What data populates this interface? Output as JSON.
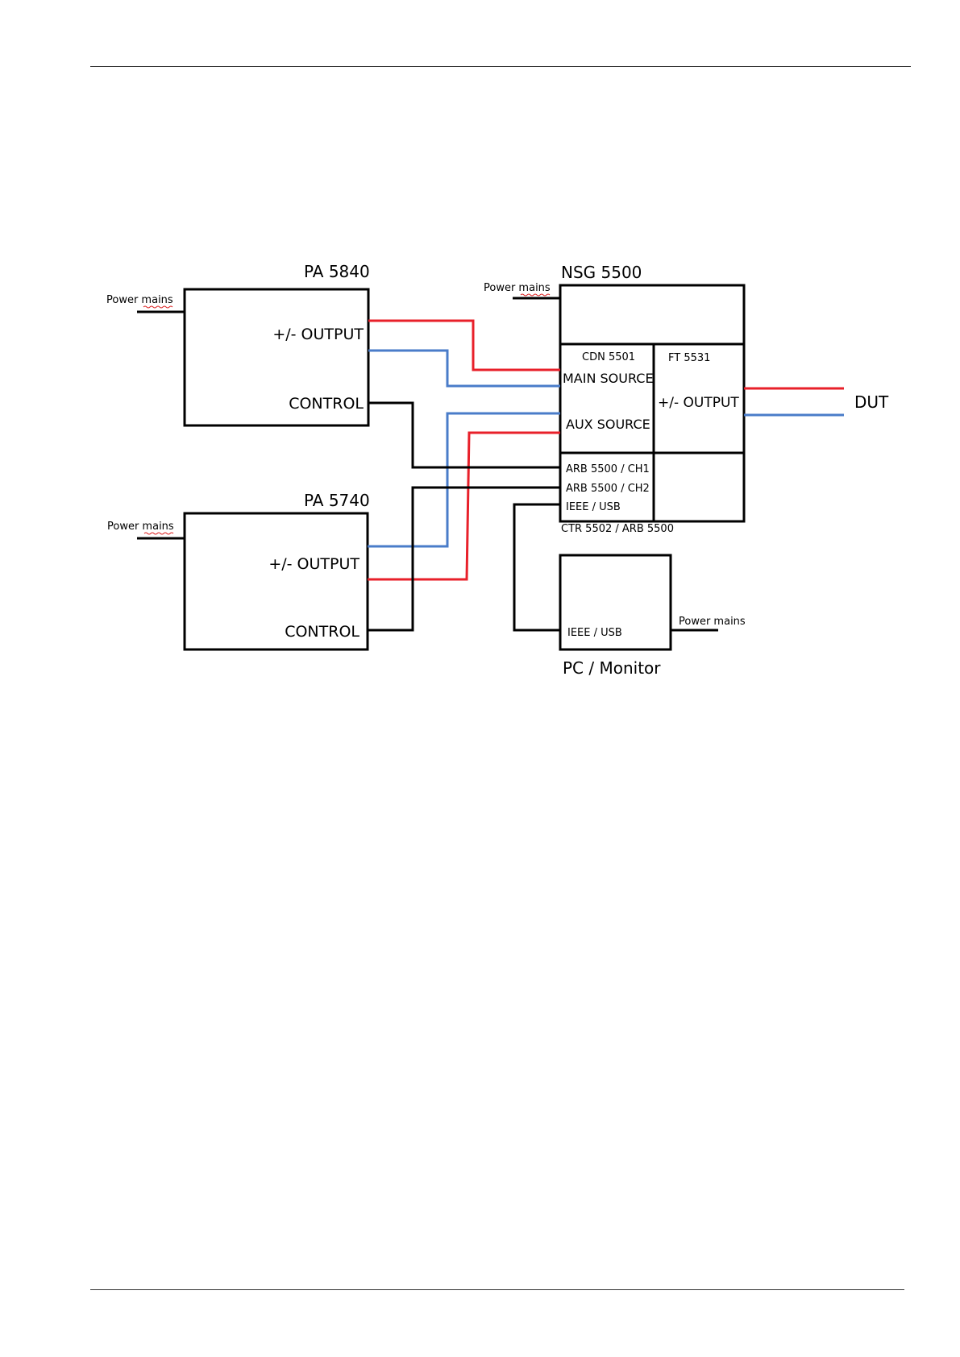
{
  "diagram": {
    "devices": {
      "pa5840": {
        "title": "PA 5840",
        "output": "+/- OUTPUT",
        "control": "CONTROL",
        "power": "Power mains"
      },
      "pa5740": {
        "title": "PA 5740",
        "output": "+/- OUTPUT",
        "control": "CONTROL",
        "power": "Power mains"
      },
      "nsg5500": {
        "title": "NSG 5500",
        "power": "Power mains",
        "cdn_label": "CDN 5501",
        "main_source": "MAIN SOURCE",
        "aux_source": "AUX SOURCE",
        "ft_label": "FT 5531",
        "ft_output": "+/- OUTPUT",
        "arb_ch1": "ARB 5500 / CH1",
        "arb_ch2": "ARB 5500 / CH2",
        "ieee_usb": "IEEE / USB",
        "ctr_label": "CTR 5502 / ARB 5500"
      },
      "pc": {
        "title": "PC / Monitor",
        "port": "IEEE / USB",
        "power": "Power mains"
      },
      "dut": {
        "label": "DUT"
      }
    },
    "wire_colors": {
      "positive": "#e8202a",
      "negative": "#4a7cc9",
      "signal": "#000000"
    }
  }
}
